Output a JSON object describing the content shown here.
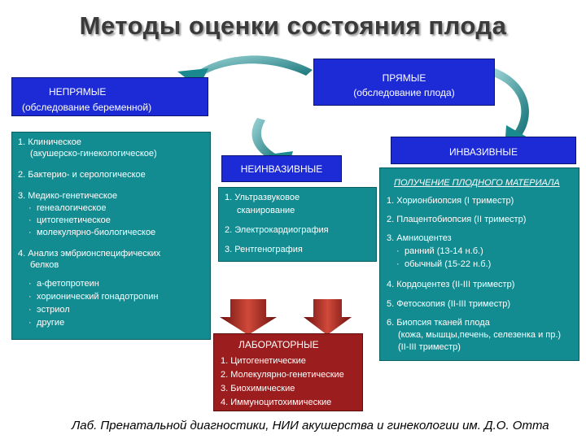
{
  "title": "Методы оценки состояния плода",
  "indirect": {
    "heading": "НЕПРЯМЫЕ",
    "subheading": "(обследование беременной)",
    "items": [
      "1. Клиническое",
      "(акушерско-гинекологическое)",
      "2. Бактерио- и серологическое",
      "3. Медико-генетическое",
      "генеалогическое",
      "цитогенетическое",
      "молекулярно-биологическое",
      "4. Анализ эмбрионспецифических",
      "белков",
      "а-фетопротеин",
      "хорионический гонадотропин",
      "эстриол",
      "другие"
    ]
  },
  "direct": {
    "heading": "ПРЯМЫЕ",
    "subheading": "(обследование плода)"
  },
  "noninvasive": {
    "heading": "НЕИНВАЗИВНЫЕ",
    "items": [
      "1. Ультразвуковое",
      "сканирование",
      "2. Электрокардиография",
      "3. Рентгенография"
    ]
  },
  "invasive": {
    "heading": "ИНВАЗИВНЫЕ",
    "subheading": "ПОЛУЧЕНИЕ ПЛОДНОГО МАТЕРИАЛА",
    "items": [
      "1. Хорионбиопсия (I триместр)",
      "2. Плацентобиопсия (II триместр)",
      "3. Амниоцентез",
      "ранний (13-14 н.б.)",
      "обычный (15-22 н.б.)",
      "4. Кордоцентез (II-III триместр)",
      "5. Фетоскопия (II-III триместр)",
      "6. Биопсия тканей плода",
      "(кожа, мышцы,печень, селезенка и пр.)",
      "(II-III триместр)"
    ]
  },
  "laboratory": {
    "heading": "ЛАБОРАТОРНЫЕ",
    "items": [
      "1. Цитогенетические",
      "2. Молекулярно-генетические",
      "3. Биохимические",
      "4. Иммуноцитохимические"
    ]
  },
  "footer": "Лаб. Пренатальной диагностики, НИИ акушерства и гинекологии им. Д.О. Отта",
  "colors": {
    "blue": "#1c2bd6",
    "teal": "#128c91",
    "red": "#9c1d1d",
    "arrow": "#c0392b",
    "curved_arrow": "#1a8a8f"
  }
}
